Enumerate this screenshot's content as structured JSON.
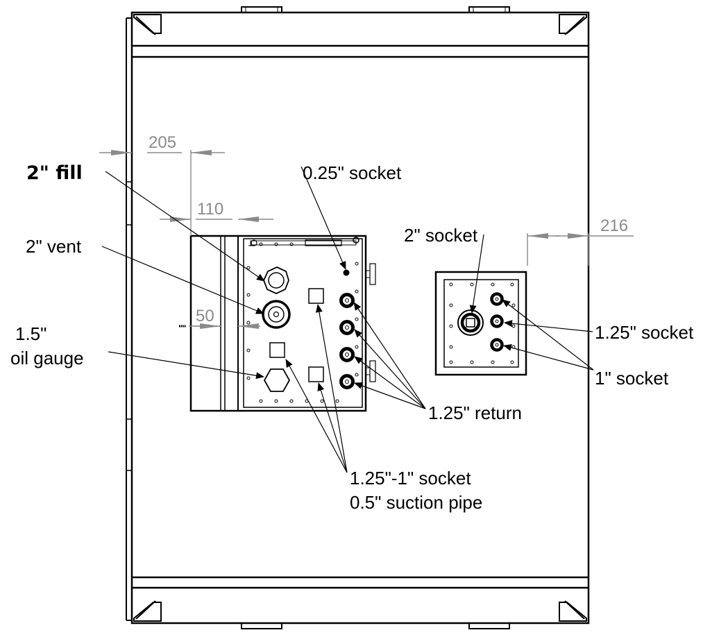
{
  "labels": {
    "fill_2in": "2\" fill",
    "vent_2in": "2\" vent",
    "oil_gauge_size": "1.5\"",
    "oil_gauge": "oil gauge",
    "socket_025": "0.25\" socket",
    "socket_2in": "2\" socket",
    "socket_125": "1.25\" socket",
    "socket_1in": "1\" socket",
    "return_125": "1.25\" return",
    "socket_125_1": "1.25\"-1\" socket",
    "suction_pipe": "0.5\" suction pipe"
  },
  "dimensions": {
    "d205": "205",
    "d110": "110",
    "d50": "50",
    "d216": "216"
  },
  "colors": {
    "line": "#000000",
    "dimension": "#8a8a8a",
    "background": "#ffffff"
  }
}
